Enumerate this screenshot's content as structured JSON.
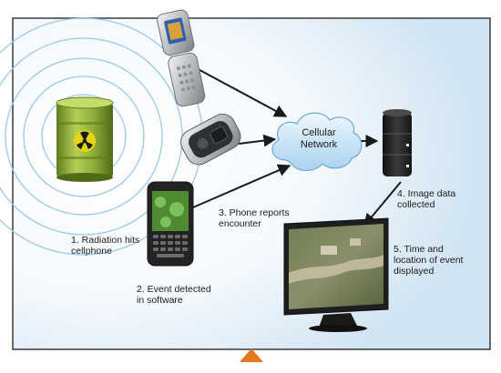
{
  "network": {
    "label": "Cellular\nNetwork"
  },
  "steps": [
    {
      "label": "1. Radiation hits\ncellphone"
    },
    {
      "label": "2. Event detected\nin software"
    },
    {
      "label": "3. Phone reports\nencounter"
    },
    {
      "label": "4. Image data\ncollected"
    },
    {
      "label": "5. Time and\nlocation of event\ndisplayed"
    }
  ],
  "colors": {
    "frame": "#3a3a3a",
    "background_glow": "#cfe3f2",
    "radiation_rings": "#9cc8ea",
    "barrel": "#8fae3a",
    "hazard_symbol": "#e7d514",
    "cloud": "#a8d3f0",
    "server": "#2a2a2a",
    "arrow": "#1a1a1a",
    "pointer_triangle": "#e87722"
  },
  "icons": [
    "radioactive-barrel-icon",
    "flip-phone-icon",
    "slider-phone-icon",
    "smartphone-icon",
    "cloud-icon",
    "server-icon",
    "monitor-icon"
  ]
}
